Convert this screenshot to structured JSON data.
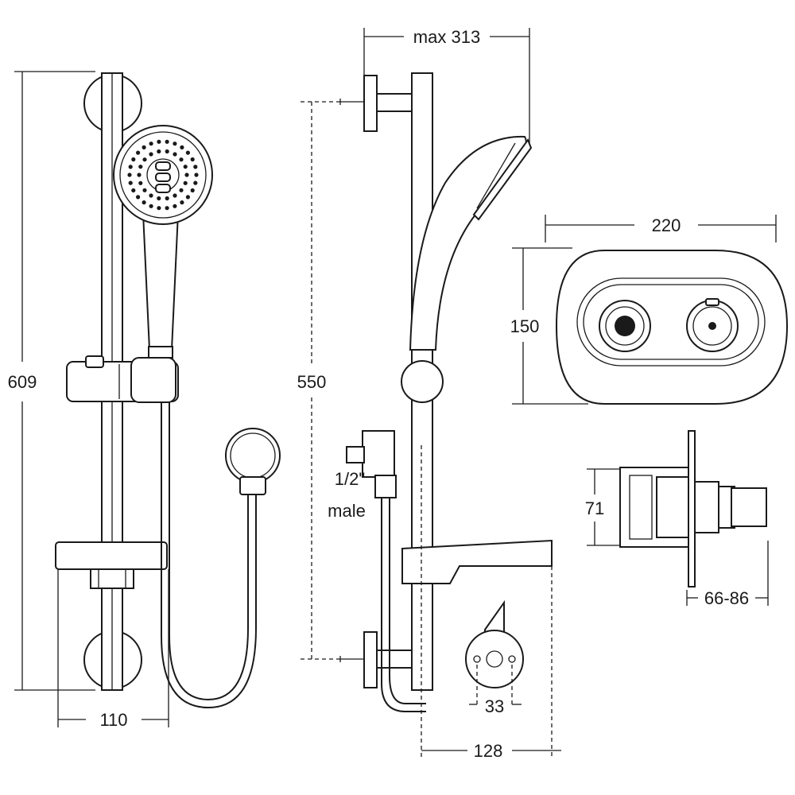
{
  "dimensions": {
    "overall_height": "609",
    "bar_width": "110",
    "max_projection": "max 313",
    "bracket_spacing": "550",
    "plate_width": "220",
    "plate_height": "150",
    "valve_depth": "71",
    "wall_range": "66-86",
    "outlet_centres": "33",
    "shelf_depth": "128"
  },
  "labels": {
    "inlet_size_half": "1/2\"",
    "inlet_size_male": "male"
  },
  "colors": {
    "line": "#1a1a1a",
    "background": "#ffffff"
  }
}
